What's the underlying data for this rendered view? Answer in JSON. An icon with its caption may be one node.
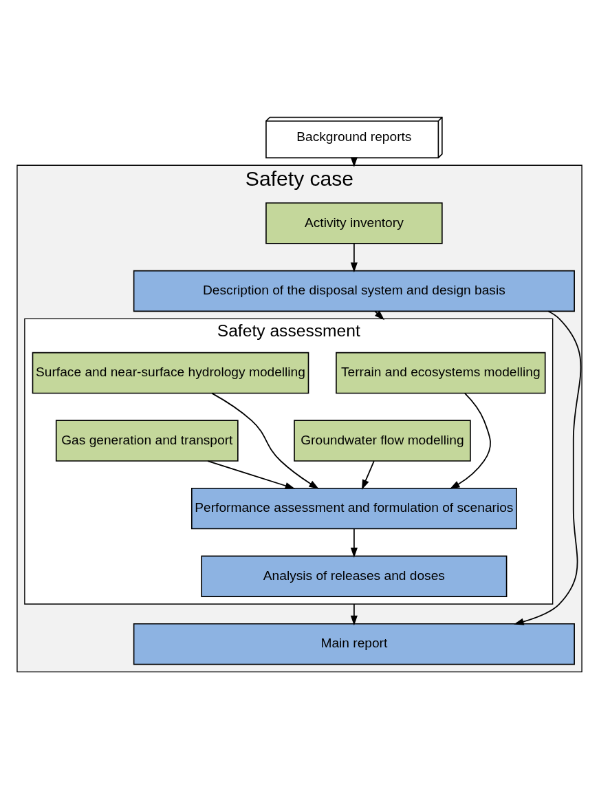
{
  "diagram": {
    "nodes": [
      {
        "text": [
          "Background reports"
        ]
      },
      {
        "text": [
          "Safety case"
        ]
      },
      {
        "text": [
          "Activity inventory"
        ],
        "in": 1
      },
      {
        "text": [
          "Description of the disposal system and design basis"
        ],
        "in": 1
      },
      {
        "text": [
          "Safety assessment"
        ],
        "in": 1
      },
      {
        "text": [
          "Terrain and ecosystems modelling"
        ],
        "in": 4
      },
      {
        "text": [
          "Surface and near-surface hydrology modelling"
        ],
        "in": 4
      },
      {
        "text": [
          "Groundwater flow modelling"
        ],
        "in": 4
      },
      {
        "text": [
          "Gas generation and transport"
        ],
        "in": 4
      },
      {
        "text": [
          "Performance assessment and formulation of scenarios"
        ],
        "in": 4
      },
      {
        "text": [
          "Analysis of releases and doses"
        ],
        "in": 4
      },
      {
        "text": [
          "Main report"
        ],
        "in": 1
      }
    ],
    "edges": [
      {
        "from": 0,
        "to": 1,
        "arrow": "to"
      },
      {
        "from": 2,
        "to": 3,
        "arrow": "to"
      },
      {
        "from": 3,
        "to": 4,
        "arrow": "to"
      },
      {
        "from": 3,
        "to": 11,
        "arrow": "to"
      },
      {
        "from": 5,
        "to": 9,
        "arrow": "to"
      },
      {
        "from": 6,
        "to": 9,
        "arrow": "to"
      },
      {
        "from": 7,
        "to": 9,
        "arrow": "to"
      },
      {
        "from": 8,
        "to": 9,
        "arrow": "to"
      },
      {
        "from": 9,
        "to": 10,
        "arrow": "to"
      },
      {
        "from": 4,
        "to": 11,
        "arrow": "to"
      }
    ]
  }
}
